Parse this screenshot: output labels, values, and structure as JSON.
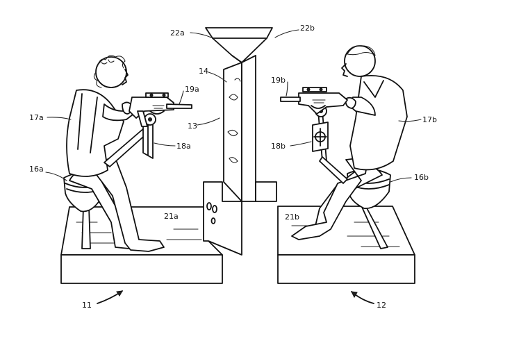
{
  "labels": {
    "table_left": "11",
    "table_right": "12",
    "partition": "13",
    "partition_top": "14",
    "seat_left": "16a",
    "seat_right": "16b",
    "player_left": "17a",
    "player_right": "17b",
    "mount_left": "18a",
    "mount_right": "18b",
    "gun_left": "19a",
    "gun_right": "19b",
    "platform_left": "21a",
    "platform_right": "21b",
    "sight_left": "22a",
    "sight_right": "22b"
  }
}
